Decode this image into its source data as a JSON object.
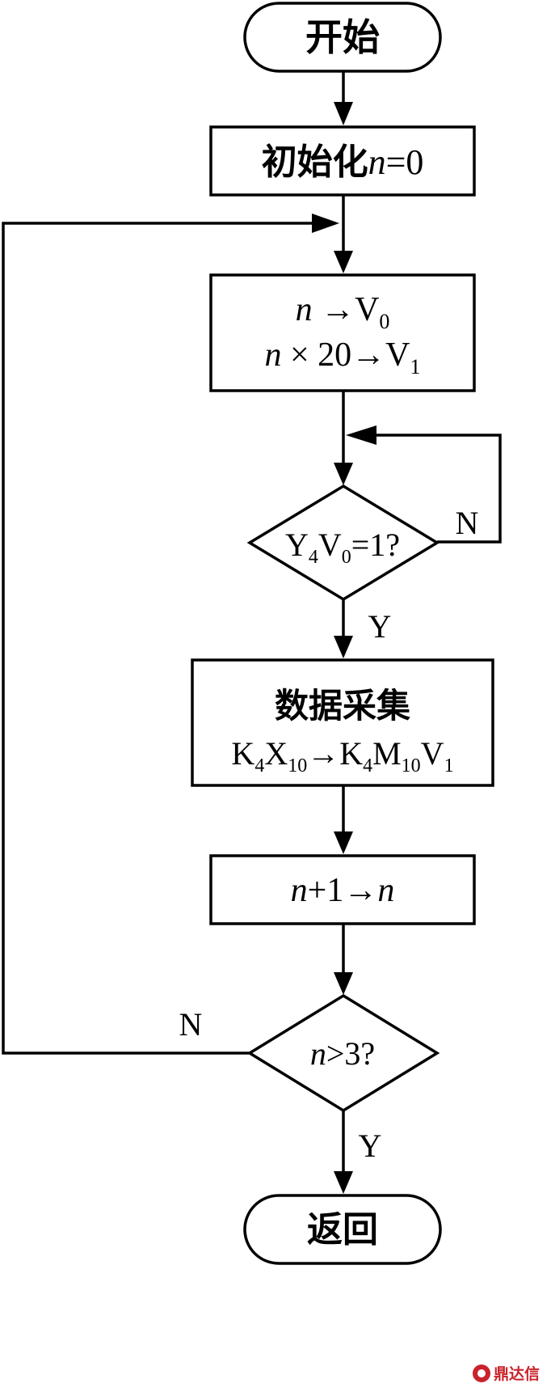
{
  "nodes": {
    "start": "开始",
    "init": {
      "label": "初始化",
      "var": "n",
      "eq": "=0"
    },
    "assign": {
      "line1": {
        "var": "n",
        "arrow": " →V",
        "sub": "0"
      },
      "line2": {
        "var": "n",
        "text": " × 20→V",
        "sub": "1"
      }
    },
    "check_y4": {
      "y": "Y",
      "ysub": "4",
      "v": "V",
      "vsub": "0",
      "tail": "=1?"
    },
    "collect": {
      "title": "数据采集",
      "k1": "K",
      "k1sub": "4",
      "x": "X",
      "xsub": "10",
      "arrow": "→K",
      "k2sub": "4",
      "m": "M",
      "msub": "10",
      "v": "V",
      "vsub": "1"
    },
    "increment": {
      "var1": "n",
      "mid": "+1→",
      "var2": "n"
    },
    "check_n": {
      "var": "n",
      "tail": ">3?"
    },
    "end": "返回"
  },
  "edge_labels": {
    "loop_no": "N",
    "loop_yes": "Y",
    "outer_no": "N",
    "outer_yes": "Y"
  },
  "watermark": "鼎达信"
}
